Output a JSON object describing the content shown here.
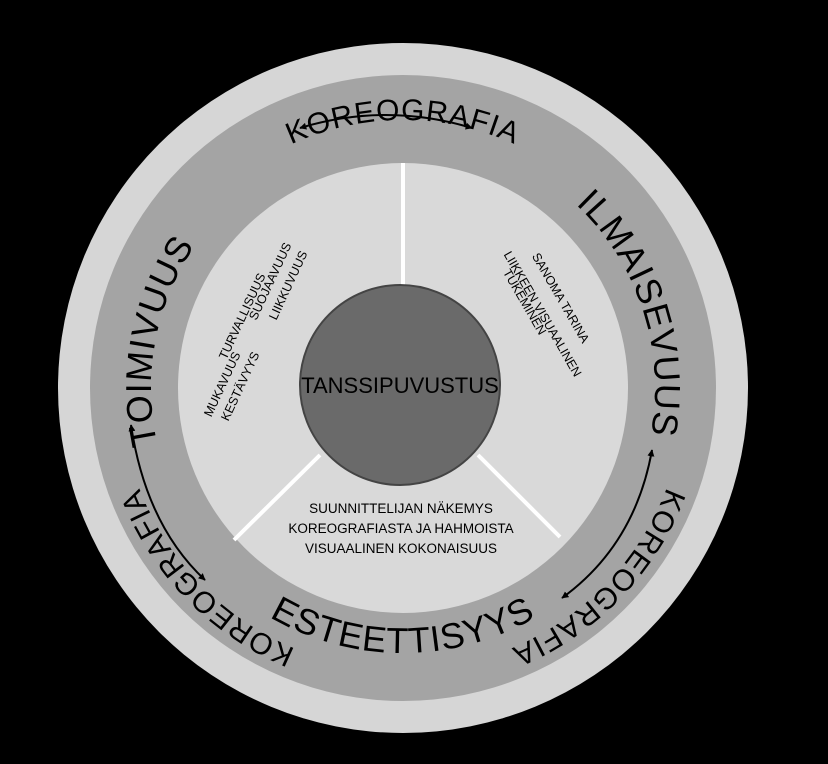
{
  "colors": {
    "background": "#000000",
    "outer_ring": "#d6d6d6",
    "middle_ring": "#a4a4a4",
    "inner_disc": "#d9d9d9",
    "center_circle": "#6a6a6a",
    "divider": "#ffffff",
    "arrow": "#000000"
  },
  "outer_ring": {
    "top": "KOREOGRAFIA",
    "left": "KOREOGRAFIA",
    "right": "KOREOGRAFIA"
  },
  "middle_ring": {
    "left": "TOIMIVUUS",
    "right": "ILMAISEVUUS",
    "bottom": "ESTEETTISYYS"
  },
  "center": {
    "label": "TANSSIPUVUSTUS"
  },
  "sections": {
    "toimivuus": {
      "words": [
        "TURVALLISUUS",
        "SUOJAAVUUS",
        "LIIKKUVUUS",
        "MUKAVUUS",
        "KESTÄVYYS"
      ]
    },
    "ilmaisevuus": {
      "lines": [
        "SANOMA  TARINA",
        "LIIKKEEN VISUAALINEN",
        "TUKEMINEN"
      ]
    },
    "esteettisyys": {
      "lines": [
        "SUUNNITTELIJAN NÄKEMYS",
        "KOREOGRAFIASTA JA HAHMOISTA",
        "VISUAALINEN KOKONAISUUS"
      ]
    }
  }
}
